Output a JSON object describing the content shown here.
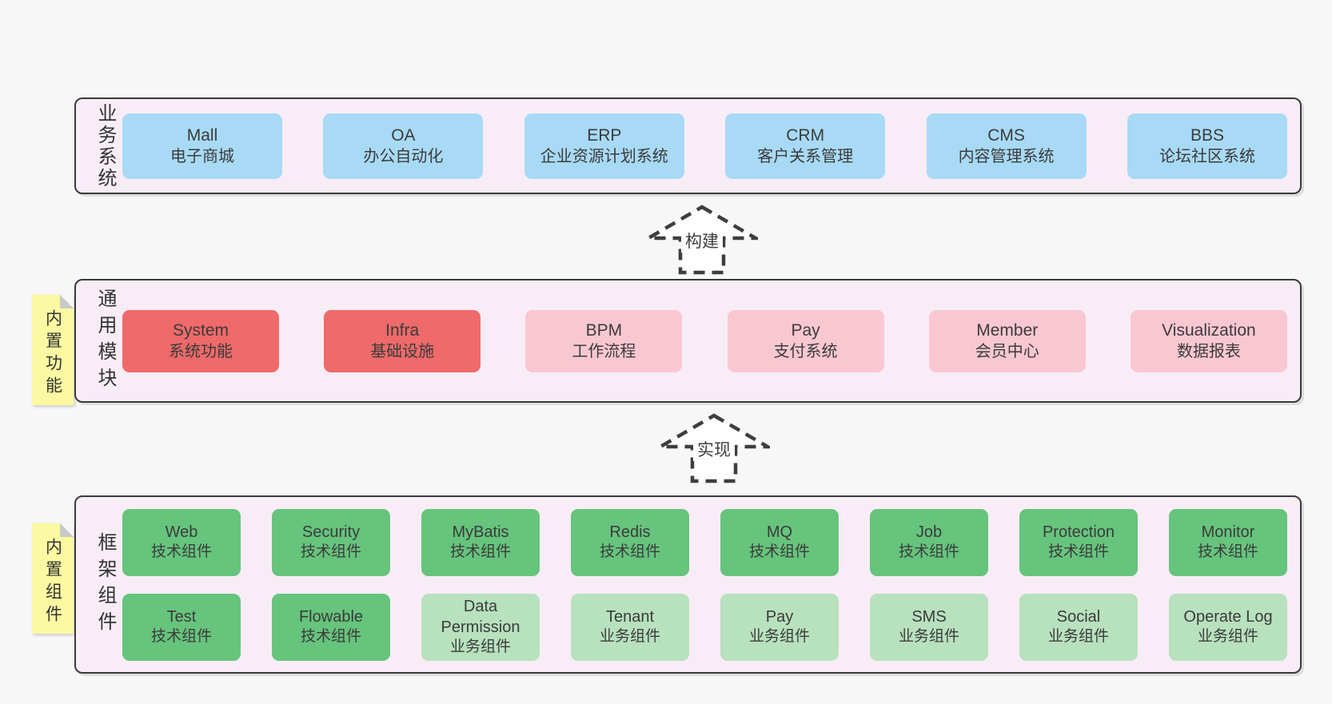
{
  "colors": {
    "page-bg": "#f7f7f7",
    "panel-bg": "#f8edf6",
    "panel-border": "#3a3a3a",
    "box-blue": "#a8daf5",
    "box-red": "#ef6a6a",
    "box-pink": "#f9c7d2",
    "box-green": "#66c47d",
    "box-lightgreen": "#b8e1be",
    "sticky-bg": "#fbf9a1",
    "sticky-fold": "#c9c9c9",
    "text": "#3b3b3b",
    "arrow-line": "#3e3e3e"
  },
  "arrows": [
    {
      "label": "构建"
    },
    {
      "label": "实现"
    }
  ],
  "layers": [
    {
      "side_label": "业务系统",
      "boxes": [
        {
          "name": "Mall",
          "subtitle": "电子商城"
        },
        {
          "name": "OA",
          "subtitle": "办公自动化"
        },
        {
          "name": "ERP",
          "subtitle": "企业资源计划系统"
        },
        {
          "name": "CRM",
          "subtitle": "客户关系管理"
        },
        {
          "name": "CMS",
          "subtitle": "内容管理系统"
        },
        {
          "name": "BBS",
          "subtitle": "论坛社区系统"
        }
      ]
    },
    {
      "side_label": "通用模块",
      "sticky": "内置功能",
      "boxes": [
        {
          "name": "System",
          "subtitle": "系统功能"
        },
        {
          "name": "Infra",
          "subtitle": "基础设施"
        },
        {
          "name": "BPM",
          "subtitle": "工作流程"
        },
        {
          "name": "Pay",
          "subtitle": "支付系统"
        },
        {
          "name": "Member",
          "subtitle": "会员中心"
        },
        {
          "name": "Visualization",
          "subtitle": "数据报表"
        }
      ]
    },
    {
      "side_label": "框架组件",
      "sticky": "内置组件",
      "row1": [
        {
          "name": "Web",
          "subtitle": "技术组件"
        },
        {
          "name": "Security",
          "subtitle": "技术组件"
        },
        {
          "name": "MyBatis",
          "subtitle": "技术组件"
        },
        {
          "name": "Redis",
          "subtitle": "技术组件"
        },
        {
          "name": "MQ",
          "subtitle": "技术组件"
        },
        {
          "name": "Job",
          "subtitle": "技术组件"
        },
        {
          "name": "Protection",
          "subtitle": "技术组件"
        },
        {
          "name": "Monitor",
          "subtitle": "技术组件"
        }
      ],
      "row2": [
        {
          "name": "Test",
          "subtitle": "技术组件"
        },
        {
          "name": "Flowable",
          "subtitle": "技术组件"
        },
        {
          "name": "Data Permission",
          "subtitle": "业务组件"
        },
        {
          "name": "Tenant",
          "subtitle": "业务组件"
        },
        {
          "name": "Pay",
          "subtitle": "业务组件"
        },
        {
          "name": "SMS",
          "subtitle": "业务组件"
        },
        {
          "name": "Social",
          "subtitle": "业务组件"
        },
        {
          "name": "Operate Log",
          "subtitle": "业务组件"
        }
      ]
    }
  ]
}
